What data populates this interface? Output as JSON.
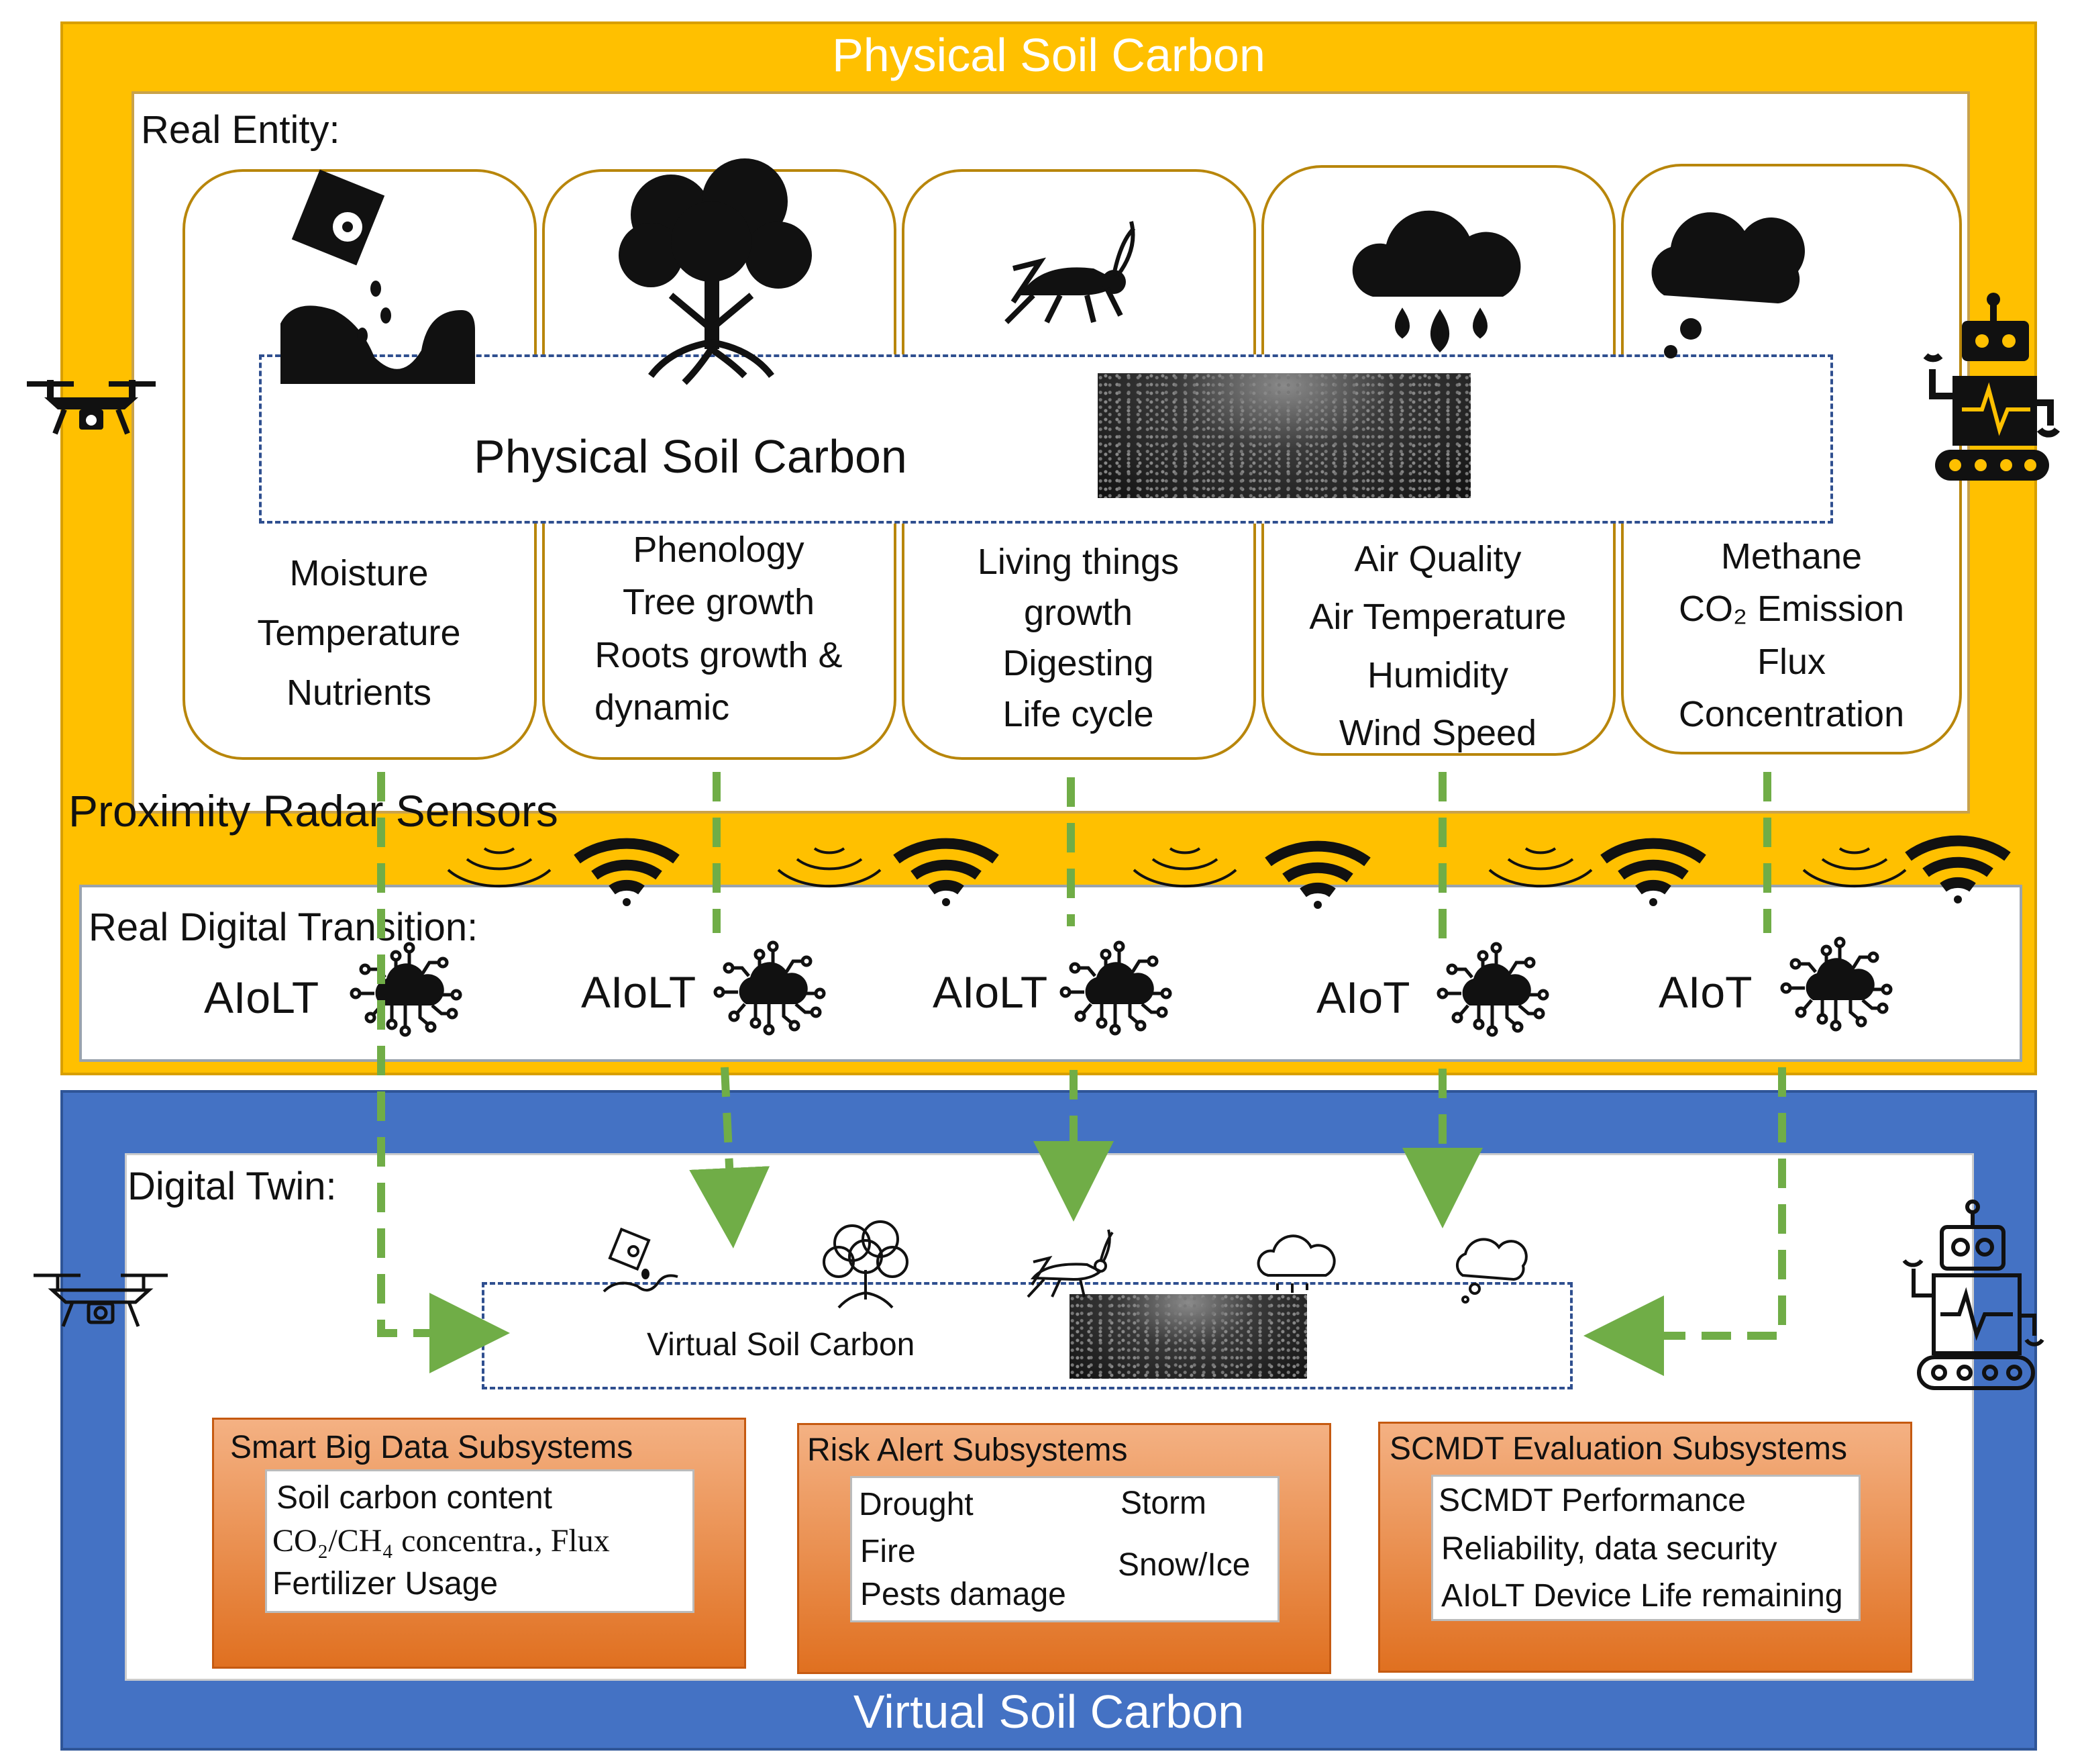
{
  "physical": {
    "title": "Physical Soil Carbon",
    "real_entity_label": "Real Entity:",
    "center_box_label": "Physical Soil Carbon",
    "proximity_label": "Proximity Radar Sensors"
  },
  "cards": [
    {
      "icon": "seed-planting-icon",
      "lines": [
        "Moisture",
        "Temperature",
        "Nutrients"
      ]
    },
    {
      "icon": "tree-icon",
      "lines": [
        "Phenology",
        "Tree growth",
        "Roots growth &",
        "dynamic"
      ]
    },
    {
      "icon": "grasshopper-icon",
      "lines": [
        "Living things",
        "growth",
        "Digesting",
        "Life cycle"
      ]
    },
    {
      "icon": "rain-cloud-icon",
      "lines": [
        "Air Quality",
        "Air Temperature",
        "Humidity",
        "Wind Speed"
      ]
    },
    {
      "icon": "thought-cloud-icon",
      "lines": [
        "Methane",
        "CO₂ Emission",
        "Flux",
        "Concentration"
      ]
    }
  ],
  "transition": {
    "label": "Real Digital Transition:",
    "devices": [
      "AIoLT",
      "AIoLT",
      "AIoLT",
      "AIoT",
      "AIoT"
    ]
  },
  "digital_twin": {
    "label": "Digital Twin:",
    "center_box_label": "Virtual Soil Carbon"
  },
  "virtual": {
    "title": "Virtual Soil Carbon"
  },
  "subsystems": [
    {
      "title": "Smart Big Data Subsystems",
      "lines": [
        "Soil carbon content",
        "CO₂/CH₄ concentra., Flux",
        "Fertilizer Usage"
      ]
    },
    {
      "title": "Risk Alert Subsystems",
      "left": [
        "Drought",
        "Fire",
        "Pests damage"
      ],
      "right": [
        "Storm",
        "Snow/Ice"
      ]
    },
    {
      "title": "SCMDT Evaluation Subsystems",
      "lines": [
        "SCMDT Performance",
        "Reliability, data security",
        "AIoLT Device Life remaining"
      ]
    }
  ],
  "colors": {
    "physical_frame": "#FFC000",
    "virtual_frame": "#4472C4",
    "arrow": "#70AD47",
    "dashed_box": "#2F4F8F",
    "subsystem_gradient_top": "#F4B183",
    "subsystem_gradient_bottom": "#E07020"
  }
}
